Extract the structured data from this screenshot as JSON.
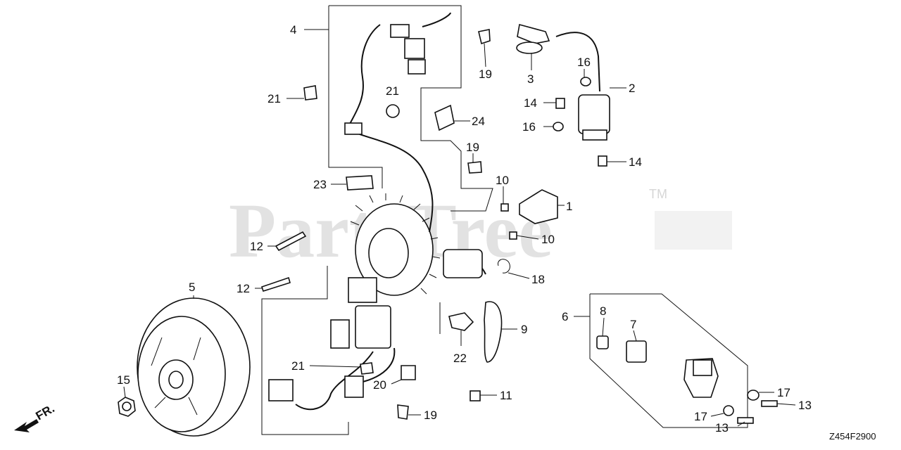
{
  "diagram": {
    "watermark": "PartsTree",
    "watermark_mark": "TM",
    "front_marker": "FR.",
    "drawing_code": "Z454F2900",
    "callouts": [
      "1",
      "2",
      "3",
      "4",
      "5",
      "6",
      "7",
      "8",
      "9",
      "10",
      "10",
      "11",
      "12",
      "12",
      "13",
      "13",
      "14",
      "14",
      "15",
      "16",
      "16",
      "17",
      "17",
      "18",
      "19",
      "19",
      "19",
      "20",
      "21",
      "21",
      "21",
      "22",
      "23",
      "24"
    ]
  },
  "colors": {
    "line": "#111111",
    "watermark": "#e2e2e2",
    "background": "#ffffff"
  }
}
